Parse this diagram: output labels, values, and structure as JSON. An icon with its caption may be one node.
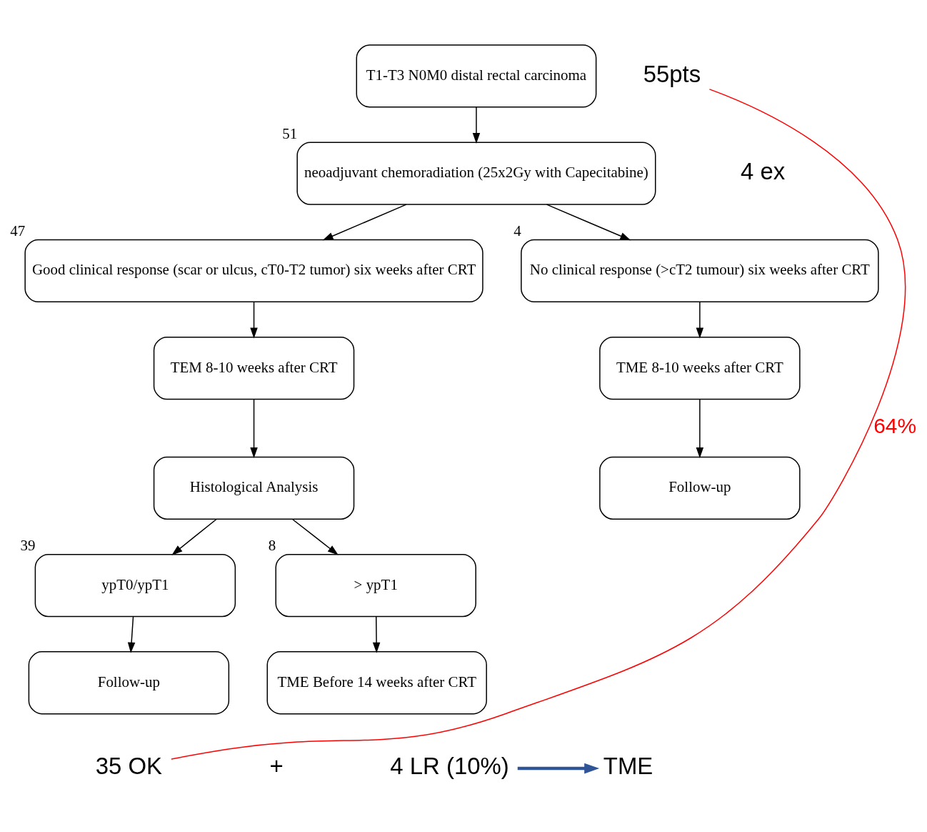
{
  "diagram": {
    "nodes": [
      {
        "text": [
          "T1-T3 N0M0 distal rectal carcinoma"
        ]
      },
      {
        "text": [
          "neoadjuvant chemoradiation (25x2Gy with Capecitabine)"
        ],
        "beside": [
          "51"
        ]
      },
      {
        "text": [
          "Good clinical response (scar or ulcus, cT0-T2 tumor) six weeks after CRT"
        ],
        "beside": [
          "47"
        ]
      },
      {
        "text": [
          "No clinical response (>cT2 tumour) six weeks after CRT"
        ],
        "beside": [
          "4"
        ]
      },
      {
        "text": [
          "TEM 8-10 weeks after CRT"
        ]
      },
      {
        "text": [
          "TME 8-10 weeks after CRT"
        ]
      },
      {
        "text": [
          "Histological Analysis"
        ]
      },
      {
        "text": [
          "Follow-up"
        ]
      },
      {
        "text": [
          "ypT0/ypT1"
        ],
        "beside": [
          "39"
        ]
      },
      {
        "text": [
          "> ypT1"
        ],
        "beside": [
          "8"
        ]
      },
      {
        "text": [
          "Follow-up"
        ]
      },
      {
        "text": [
          "TME Before 14 weeks after CRT"
        ]
      },
      {
        "text": [
          "55pts"
        ]
      },
      {
        "text": [
          "35 OK"
        ]
      },
      {
        "text": [
          "4 LR (10%)"
        ]
      },
      {
        "text": [
          "TME"
        ]
      }
    ],
    "edges": [
      {
        "from": 0,
        "to": 1,
        "arrow": "to"
      },
      {
        "from": 1,
        "to": 2,
        "arrow": "to"
      },
      {
        "from": 1,
        "to": 3,
        "arrow": "to"
      },
      {
        "from": 2,
        "to": 4,
        "arrow": "to"
      },
      {
        "from": 3,
        "to": 5,
        "arrow": "to"
      },
      {
        "from": 4,
        "to": 6,
        "arrow": "to"
      },
      {
        "from": 5,
        "to": 7,
        "arrow": "to"
      },
      {
        "from": 6,
        "to": 8,
        "arrow": "to"
      },
      {
        "from": 6,
        "to": 9,
        "arrow": "to"
      },
      {
        "from": 8,
        "to": 10,
        "arrow": "to"
      },
      {
        "from": 9,
        "to": 11,
        "arrow": "to"
      },
      {
        "from": 12,
        "to": 13,
        "arrow": "none",
        "color": "#ff0000",
        "label": "64%"
      },
      {
        "from": 14,
        "to": 15,
        "arrow": "to",
        "style": "thick",
        "color": "#2f5597"
      }
    ],
    "labels": [
      "4 ex",
      "+"
    ]
  }
}
